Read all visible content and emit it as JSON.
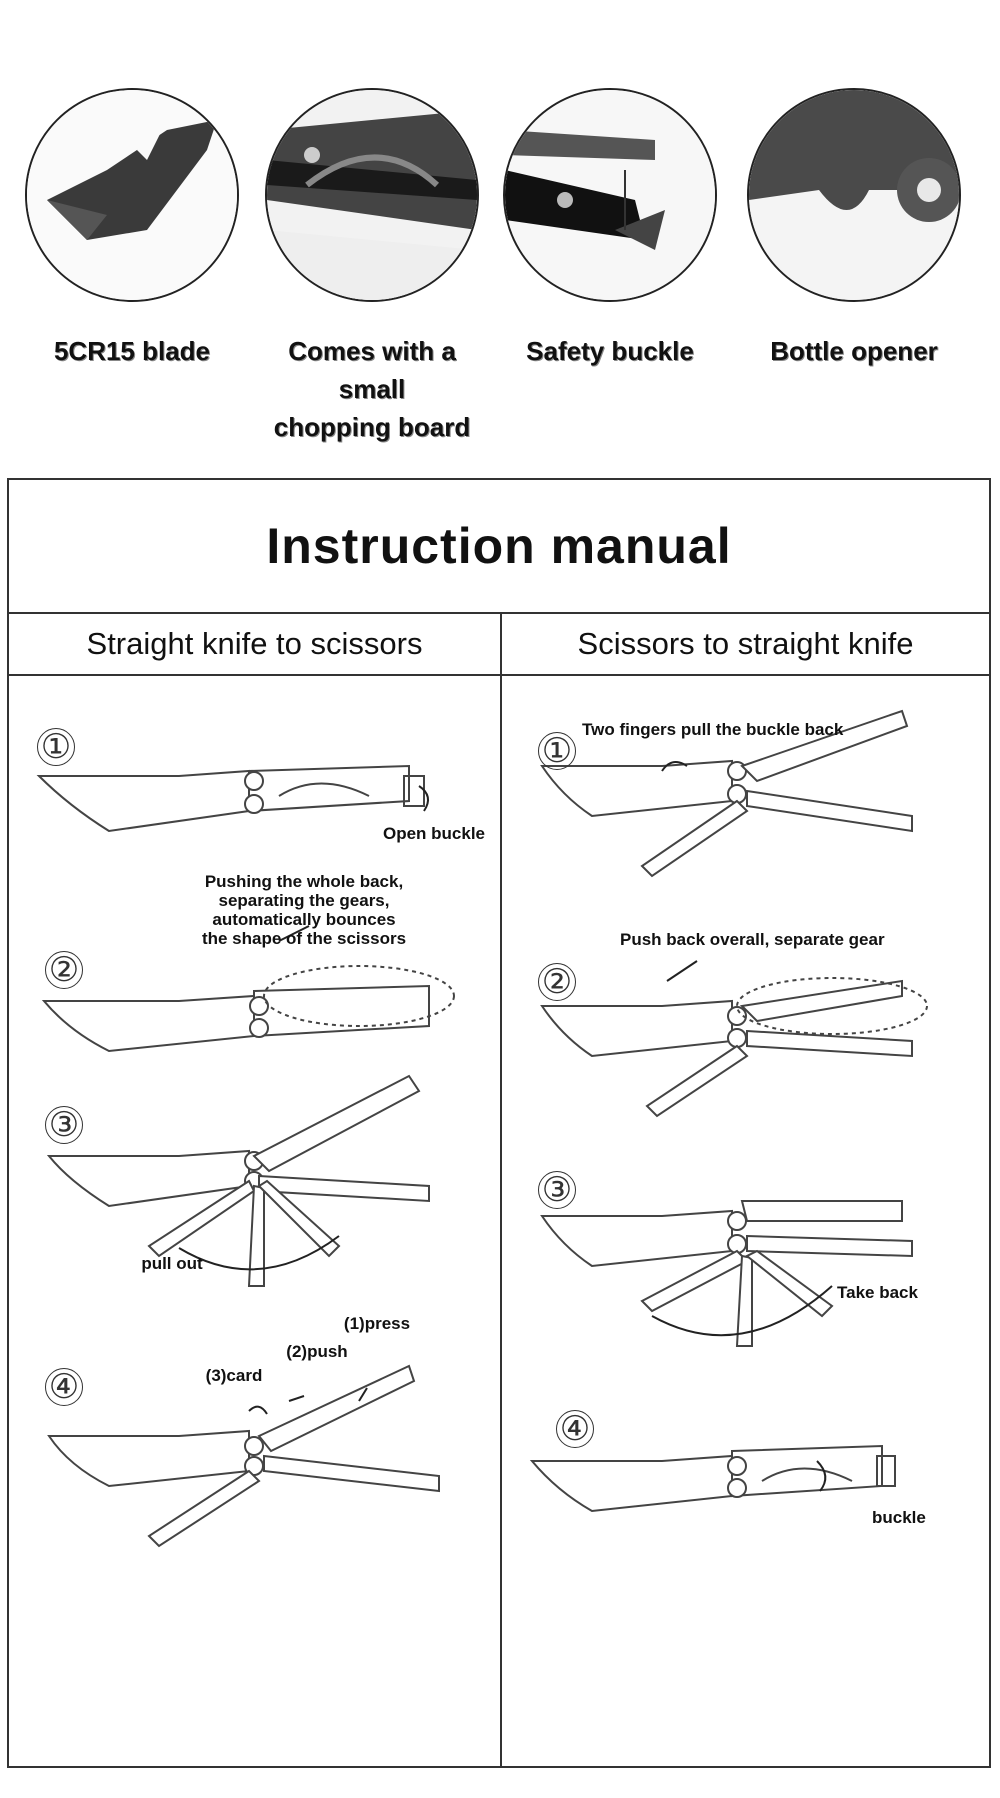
{
  "features": [
    {
      "label": "5CR15 blade",
      "icon": "blade-closeup-icon"
    },
    {
      "label": "Comes with a small\nchopping board",
      "icon": "chopping-board-closeup-icon"
    },
    {
      "label": "Safety buckle",
      "icon": "safety-buckle-closeup-icon"
    },
    {
      "label": "Bottle opener",
      "icon": "bottle-opener-closeup-icon"
    }
  ],
  "manual": {
    "title": "Instruction manual",
    "left": {
      "heading": "Straight knife to scissors",
      "steps": [
        "①",
        "②",
        "③",
        "④"
      ],
      "annotations": {
        "open_buckle": "Open buckle",
        "pushing": "Pushing the whole back,\nseparating the gears,\nautomatically bounces\nthe shape of the scissors",
        "pull_out": "pull out",
        "press": "(1)press",
        "push": "(2)push",
        "card": "(3)card"
      }
    },
    "right": {
      "heading": "Scissors to straight knife",
      "steps": [
        "①",
        "②",
        "③",
        "④"
      ],
      "annotations": {
        "two_fingers": "Two fingers pull the buckle back",
        "push_back": "Push back overall, separate gear",
        "take_back": "Take back",
        "buckle": "buckle"
      }
    }
  }
}
